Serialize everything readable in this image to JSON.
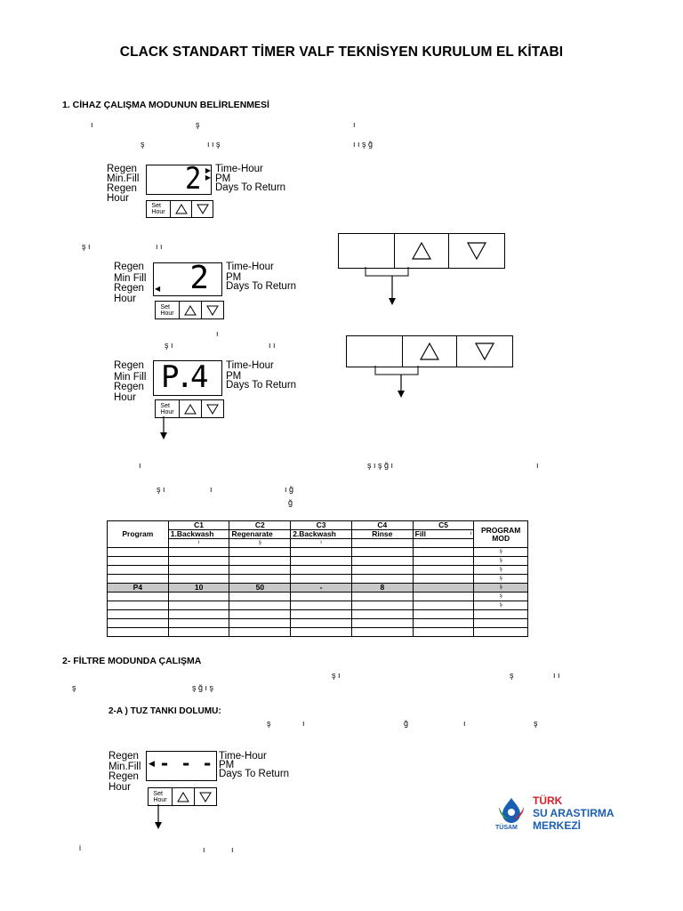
{
  "title": "CLACK STANDART TİMER VALF TEKNİSYEN KURULUM EL KİTABI",
  "section1": {
    "heading": "1. CİHAZ ÇALIŞMA MODUNUN BELİRLENMESİ",
    "fragments_line1": [
      "ı",
      "ş",
      "ı"
    ],
    "fragments_line2": [
      "ş",
      "ı ı ş",
      "ı ı ş ğ"
    ],
    "fragments_line3": [
      "ş ı",
      "ı ı"
    ],
    "fragments_line4": [
      "ı",
      "ş ı",
      "ı ı"
    ],
    "fragments_line5": [
      "ı",
      "ş ı ş ğ ı",
      "ı"
    ],
    "fragments_line6": [
      "ş ı",
      "ı ğ",
      "ı",
      "ğ"
    ]
  },
  "lcd": {
    "label_regen": "Regen",
    "label_minfill": "Min.Fill",
    "label_minfill_alt": "Min Fill",
    "label_regen2": "Regen",
    "label_hour": "Hour",
    "label_timehour": "Time-Hour",
    "label_pm": "PM",
    "label_days": "Days To Return",
    "set_line1": "Set",
    "set_line2": "Hour",
    "display1": "2",
    "display2": "2",
    "display3": "P.4",
    "display4": "- - -"
  },
  "table": {
    "header_top": [
      "",
      "C1",
      "C2",
      "C3",
      "C4",
      "C5",
      "PROGRAM"
    ],
    "header_bottom": [
      "Program",
      "1.Backwash",
      "Regenarate",
      "2.Backwash",
      "Rinse",
      "Fill",
      "MOD"
    ],
    "sub_marks": [
      "",
      "ı",
      "ş",
      "ı",
      "",
      "ı",
      ""
    ],
    "rows": [
      [
        "",
        "",
        "",
        "",
        "",
        "",
        "ş"
      ],
      [
        "",
        "",
        "",
        "",
        "",
        "",
        "ş"
      ],
      [
        "",
        "",
        "",
        "",
        "",
        "",
        "ş"
      ],
      [
        "",
        "",
        "",
        "",
        "",
        "",
        "ş"
      ],
      [
        "P4",
        "10",
        "50",
        "-",
        "8",
        "",
        "ş"
      ],
      [
        "",
        "",
        "",
        "",
        "",
        "",
        "ş"
      ],
      [
        "",
        "",
        "",
        "",
        "",
        "",
        "ş"
      ],
      [
        "",
        "",
        "",
        "",
        "",
        "",
        ""
      ],
      [
        "",
        "",
        "",
        "",
        "",
        "",
        ""
      ],
      [
        "",
        "",
        "",
        "",
        "",
        "",
        ""
      ]
    ],
    "highlight_row_index": 4
  },
  "section2": {
    "heading": "2- FİLTRE MODUNDA ÇALIŞMA",
    "fragments_a": [
      "ş ı",
      "ş",
      "ı ı"
    ],
    "fragments_b": [
      "ş",
      "ş ğ ı ş"
    ],
    "sub_heading": "2-A ) TUZ TANKI DOLUMU:",
    "fragments_c": [
      "ş",
      "ı",
      "ğ",
      "ı",
      "ş"
    ],
    "fragments_d": [
      "i",
      "ı",
      "ı"
    ]
  },
  "logo": {
    "line1": "TÜRK",
    "line2": "SU ARASTIRMA",
    "line3": "MERKEZİ",
    "badge": "TÜSAM",
    "color_red": "#d4202a",
    "color_blue": "#1a5fb4",
    "color_green": "#2e9b3e"
  }
}
